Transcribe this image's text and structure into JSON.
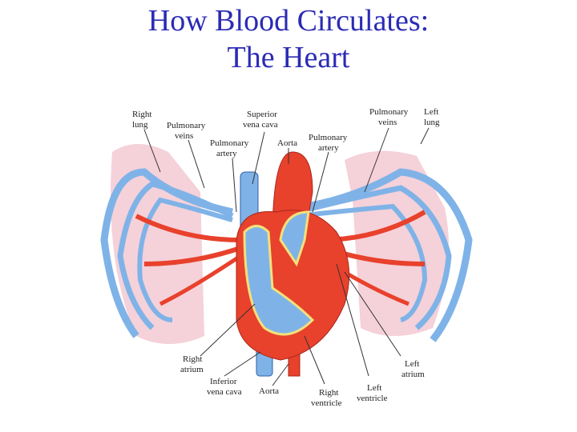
{
  "title": {
    "line1": "How Blood Circulates:",
    "line2": "The Heart"
  },
  "labels": {
    "right_lung": [
      "Right",
      "lung"
    ],
    "pulmonary_veins_left": [
      "Pulmonary",
      "veins"
    ],
    "superior_vena_cava": [
      "Superior",
      "vena cava"
    ],
    "pulmonary_artery_left": [
      "Pulmonary",
      "artery"
    ],
    "aorta_top": [
      "Aorta"
    ],
    "pulmonary_artery_right": [
      "Pulmonary",
      "artery"
    ],
    "pulmonary_veins_right": [
      "Pulmonary",
      "veins"
    ],
    "left_lung": [
      "Left",
      "lung"
    ],
    "right_atrium": [
      "Right",
      "atrium"
    ],
    "inferior_vena_cava": [
      "Inferior",
      "vena cava"
    ],
    "aorta_bottom": [
      "Aorta"
    ],
    "right_ventricle": [
      "Right",
      "ventricle"
    ],
    "left_ventricle": [
      "Left",
      "ventricle"
    ],
    "left_atrium": [
      "Left",
      "atrium"
    ]
  },
  "colors": {
    "title": "#2b2bb5",
    "oxygenated": "#e8412c",
    "deoxygenated": "#7fb3e8",
    "vessel_outline": "#2c5fa8",
    "lung_tissue": "#f2c6d0",
    "fat": "#f4e07a"
  }
}
